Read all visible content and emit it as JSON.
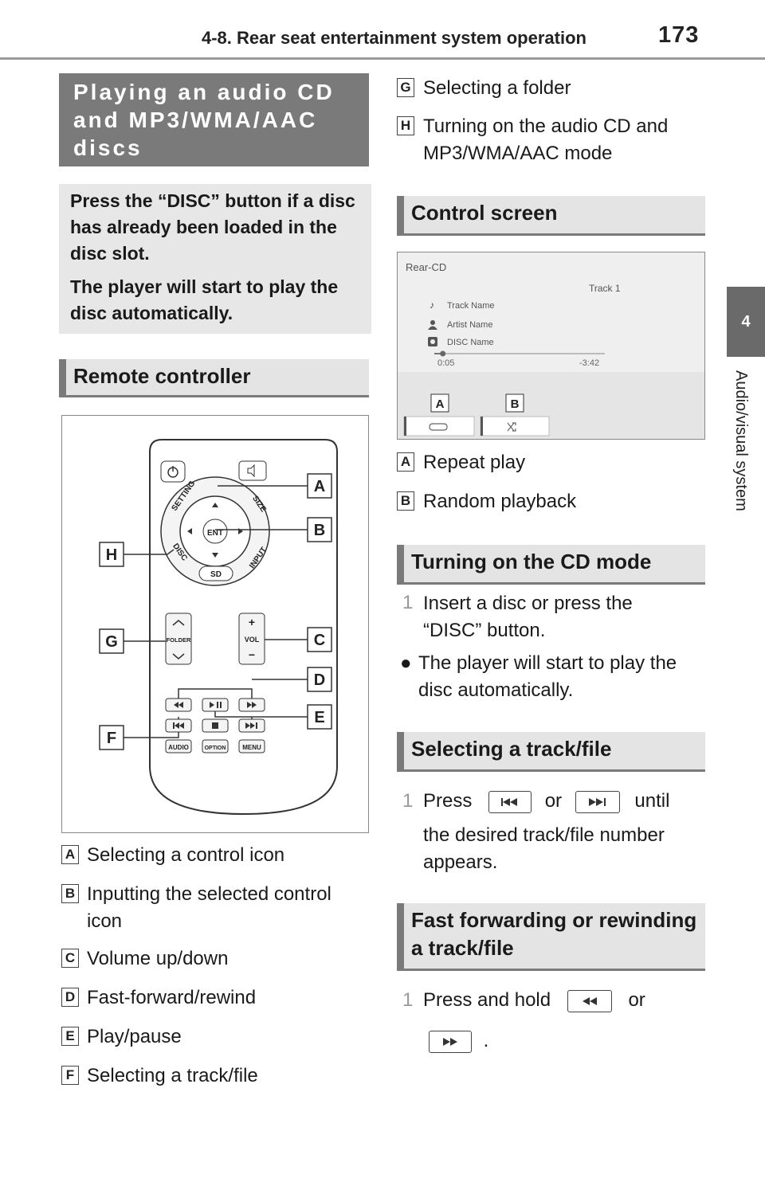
{
  "header": {
    "title": "4-8. Rear seat entertainment system operation",
    "page_number": "173"
  },
  "side_tab": {
    "number": "4",
    "label": "Audio/visual system"
  },
  "main_title": "Playing an audio CD and MP3/WMA/AAC discs",
  "note": {
    "line1": "Press the “DISC” button if a disc has already been loaded in the disc slot.",
    "line2": "The player will start to play the disc automatically."
  },
  "remote_section": {
    "heading": "Remote controller",
    "labels": [
      "A",
      "B",
      "C",
      "D",
      "E",
      "F",
      "G",
      "H"
    ],
    "buttons": {
      "setting": "SETTING",
      "size": "SIZE",
      "disc": "DISC",
      "input": "INPUT",
      "ent": "ENT",
      "sd": "SD",
      "folder": "FOLDER",
      "vol": "VOL",
      "audio": "AUDIO",
      "option": "OPTION",
      "menu": "MENU"
    },
    "items": [
      {
        "label": "A",
        "text": "Selecting a control icon"
      },
      {
        "label": "B",
        "text": "Inputting the selected control icon"
      },
      {
        "label": "C",
        "text": "Volume up/down"
      },
      {
        "label": "D",
        "text": "Fast-forward/rewind"
      },
      {
        "label": "E",
        "text": "Play/pause"
      },
      {
        "label": "F",
        "text": "Selecting a track/file"
      }
    ]
  },
  "right_items": [
    {
      "label": "G",
      "text": "Selecting a folder"
    },
    {
      "label": "H",
      "text": "Turning on the audio CD and MP3/WMA/AAC mode"
    }
  ],
  "control_screen": {
    "heading": "Control screen",
    "screen": {
      "title": "Rear-CD",
      "track": "Track 1",
      "track_name": "Track Name",
      "artist_name": "Artist Name",
      "disc_name": "DISC Name",
      "elapsed": "0:05",
      "remaining": "-3:42",
      "progress": 0.05,
      "label_a": "A",
      "label_b": "B"
    },
    "items": [
      {
        "label": "A",
        "text": "Repeat play"
      },
      {
        "label": "B",
        "text": "Random playback"
      }
    ]
  },
  "cd_mode": {
    "heading": "Turning on the CD mode",
    "step_num": "1",
    "step": "Insert a disc or press the “DISC” button.",
    "bullet": "The player will start to play the disc automatically."
  },
  "track_select": {
    "heading": "Selecting a track/file",
    "step_num": "1",
    "press": "Press",
    "or": "or",
    "until": "until",
    "rest": "the desired track/file number appears."
  },
  "fast_forward": {
    "heading": "Fast forwarding or rewinding a track/file",
    "step_num": "1",
    "press": "Press and hold",
    "or": "or",
    "period": "."
  }
}
